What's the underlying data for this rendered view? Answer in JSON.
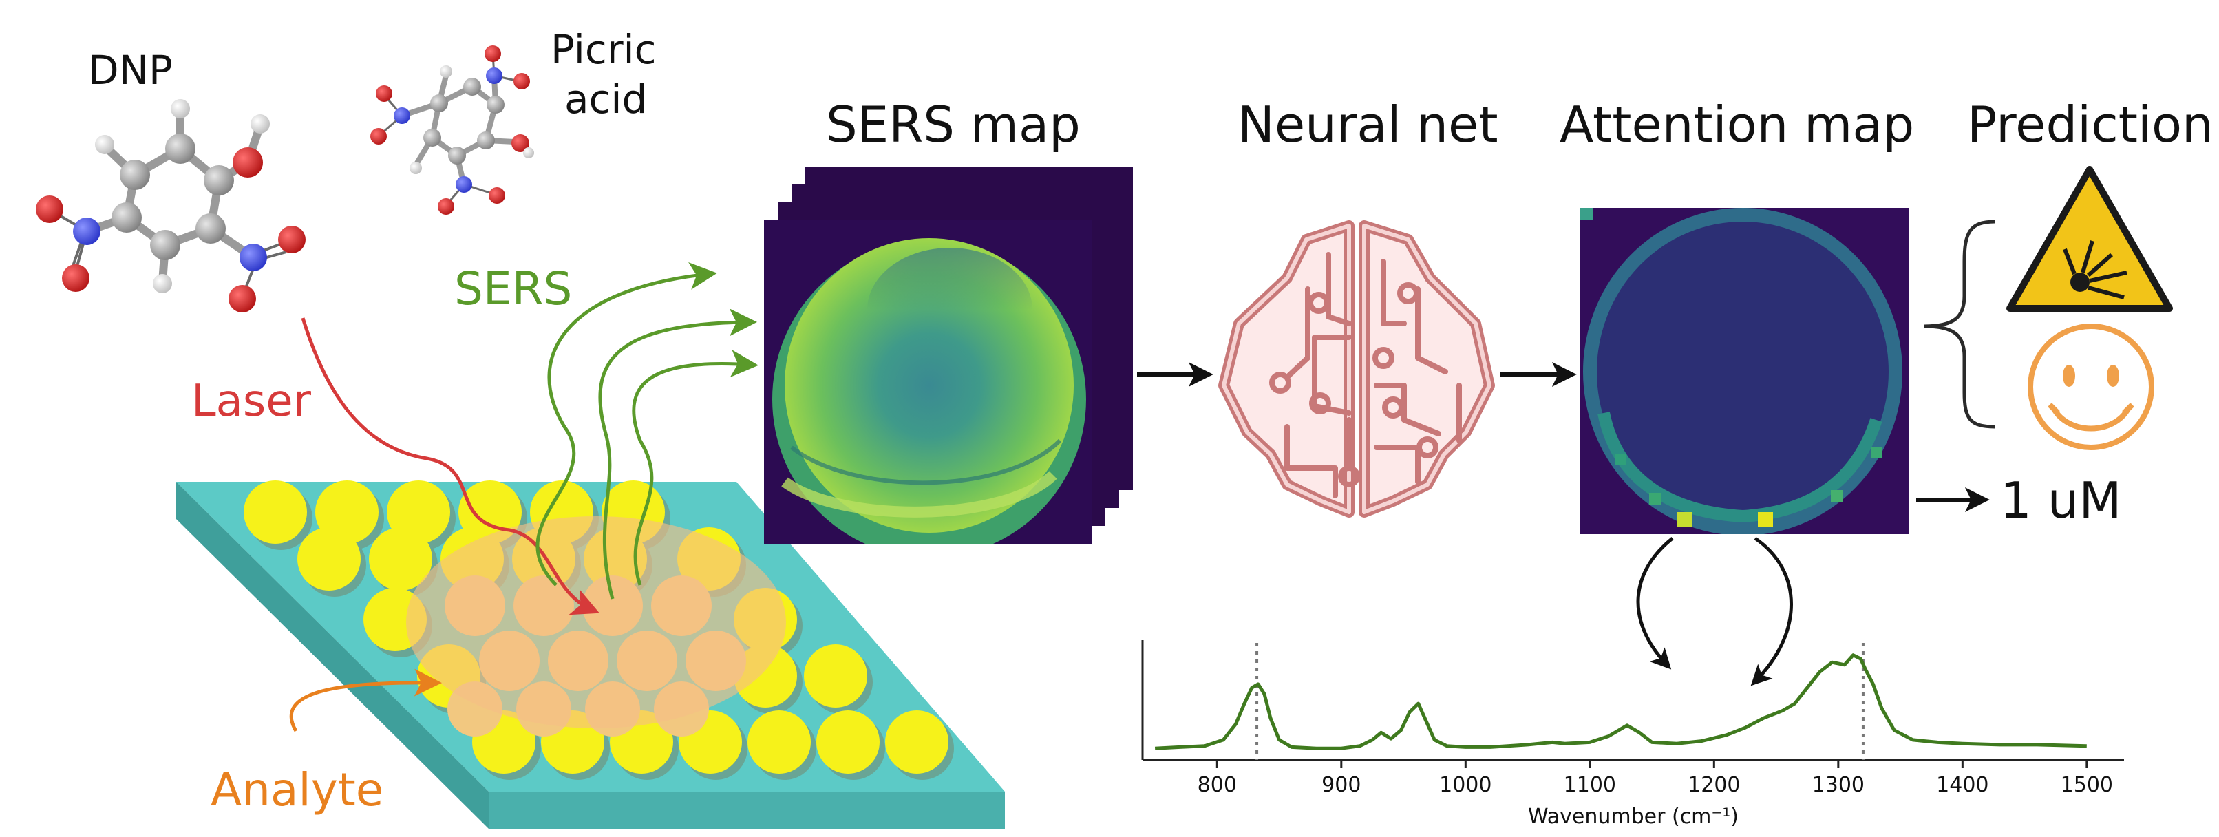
{
  "labels": {
    "dnp": "DNP",
    "picric_line1": "Picric",
    "picric_line2": "acid",
    "sers": "SERS",
    "laser": "Laser",
    "analyte": "Analyte",
    "sers_map": "SERS map",
    "neural_net": "Neural net",
    "attention_map": "Attention map",
    "prediction": "Prediction",
    "concentration": "1 uM"
  },
  "colors": {
    "laser": "#d63a3a",
    "sers": "#5a9a2a",
    "analyte": "#e8801e",
    "substrate_top": "#5ccac6",
    "nanoparticle": "#f6f21a",
    "brain_outline": "#c87878",
    "spectrum_line": "#3f7a1e",
    "warning_fill": "#f2c418",
    "smiley": "#f0a04a"
  },
  "icons": {
    "brain": "brain-circuit-icon",
    "warning": "explosive-warning-icon",
    "smiley": "smiley-face-icon"
  },
  "chart_data": {
    "type": "line",
    "xlabel": "Wavenumber (cm⁻¹)",
    "ylabel": "",
    "xlim": [
      740,
      1530
    ],
    "ylim": [
      0,
      1
    ],
    "xticks": [
      800,
      900,
      1000,
      1100,
      1200,
      1300,
      1400,
      1500
    ],
    "x": [
      750,
      770,
      790,
      805,
      815,
      822,
      828,
      833,
      838,
      843,
      850,
      860,
      880,
      900,
      915,
      925,
      932,
      940,
      948,
      955,
      962,
      968,
      975,
      985,
      1000,
      1020,
      1050,
      1070,
      1080,
      1100,
      1115,
      1130,
      1140,
      1150,
      1170,
      1190,
      1210,
      1225,
      1240,
      1255,
      1265,
      1275,
      1285,
      1295,
      1305,
      1312,
      1318,
      1322,
      1328,
      1335,
      1345,
      1360,
      1380,
      1400,
      1430,
      1460,
      1500
    ],
    "y": [
      0.05,
      0.06,
      0.07,
      0.12,
      0.25,
      0.42,
      0.55,
      0.58,
      0.5,
      0.3,
      0.12,
      0.06,
      0.05,
      0.05,
      0.07,
      0.12,
      0.18,
      0.13,
      0.2,
      0.35,
      0.42,
      0.28,
      0.12,
      0.07,
      0.06,
      0.06,
      0.08,
      0.1,
      0.09,
      0.1,
      0.15,
      0.24,
      0.18,
      0.1,
      0.09,
      0.11,
      0.16,
      0.22,
      0.3,
      0.36,
      0.42,
      0.55,
      0.68,
      0.76,
      0.74,
      0.82,
      0.79,
      0.7,
      0.58,
      0.38,
      0.2,
      0.12,
      0.1,
      0.09,
      0.08,
      0.08,
      0.07
    ],
    "vlines": [
      832,
      1320
    ],
    "grid": false
  }
}
